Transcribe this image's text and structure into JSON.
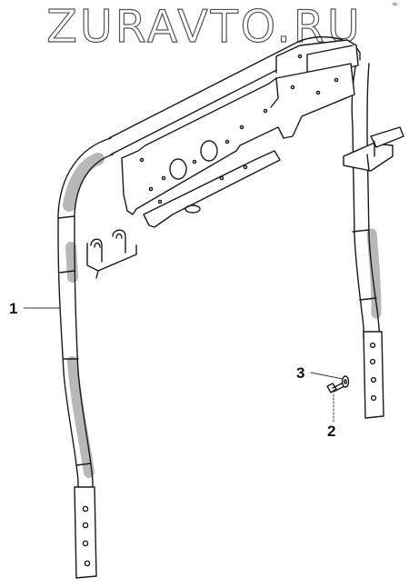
{
  "watermark": "ZURAVTO.RU",
  "callouts": {
    "part1": "1",
    "part2": "2",
    "part3": "3"
  },
  "colors": {
    "line": "#1a1a1a",
    "frame_shading": "#b8b8b8",
    "plate_fill": "#ffffff"
  },
  "icons": [
    "roll-bar-frame",
    "mounting-plate",
    "bolt",
    "washer",
    "hitch-bracket",
    "cable-clips"
  ]
}
